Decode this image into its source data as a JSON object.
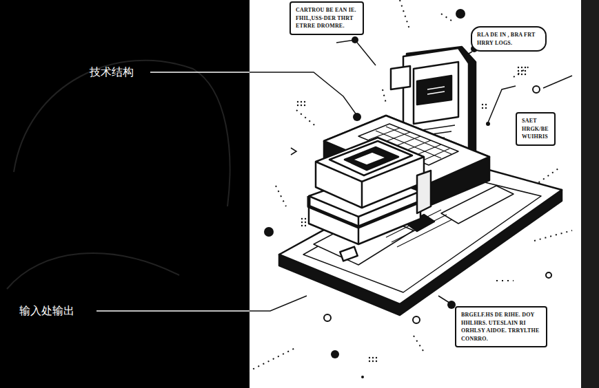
{
  "diagram": {
    "nodes": [
      {
        "text": [
          "CARTROU BE EAN IE. FHIL,USS-DER THRT ETRRE DROMRE."
        ]
      },
      {
        "text": [
          "RLA DE IN , BRA FRT HRRY LOGS."
        ]
      },
      {
        "text": [
          "SAET HRGK/BE WUIHRIS"
        ]
      },
      {
        "text": [
          "BRGELF.HS DE RIHE. DOY HHLHRS. UTESLAIN RI ORHLSY AIDOE. TRRYLTHE CONRRO."
        ]
      }
    ],
    "labels": [
      "技术结构",
      "输入处输出"
    ]
  }
}
